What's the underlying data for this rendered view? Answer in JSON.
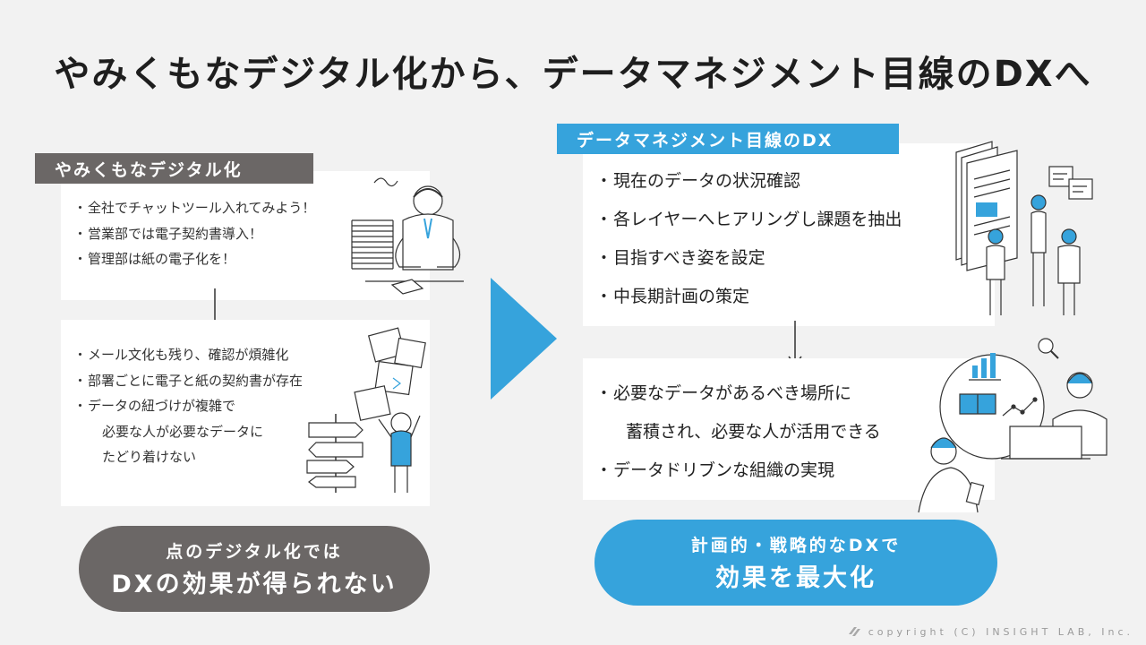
{
  "title": "やみくもなデジタル化から、データマネジメント目線のDXへ",
  "left": {
    "tag": "やみくもなデジタル化",
    "items_top": [
      "全社でチャットツール入れてみよう！",
      "営業部では電子契約書導入！",
      "管理部は紙の電子化を！"
    ],
    "items_bottom": [
      "メール文化も残り、確認が煩雑化",
      "部署ごとに電子と紙の契約書が存在",
      "データの紐づけが複雑で",
      "必要な人が必要なデータに",
      "たどり着けない"
    ],
    "pill_line1": "点のデジタル化では",
    "pill_line2": "DXの効果が得られない"
  },
  "right": {
    "tag": "データマネジメント目線のDX",
    "items_top": [
      "現在のデータの状況確認",
      "各レイヤーへヒアリングし課題を抽出",
      "目指すべき姿を設定",
      "中長期計画の策定"
    ],
    "items_bottom": [
      "必要なデータがあるべき場所に",
      "蓄積され、必要な人が活用できる",
      "データドリブンな組織の実現"
    ],
    "pill_line1": "計画的・戦略的なDXで",
    "pill_line2": "効果を最大化"
  },
  "copyright": "copyright (C) INSIGHT LAB, Inc.",
  "colors": {
    "accent_blue": "#36a3dc",
    "gray": "#6b6766",
    "background": "#f2f2f2",
    "panel": "#ffffff"
  },
  "icons": [
    "down-arrow-icon",
    "right-arrow-icon",
    "insight-lab-logo-icon"
  ]
}
